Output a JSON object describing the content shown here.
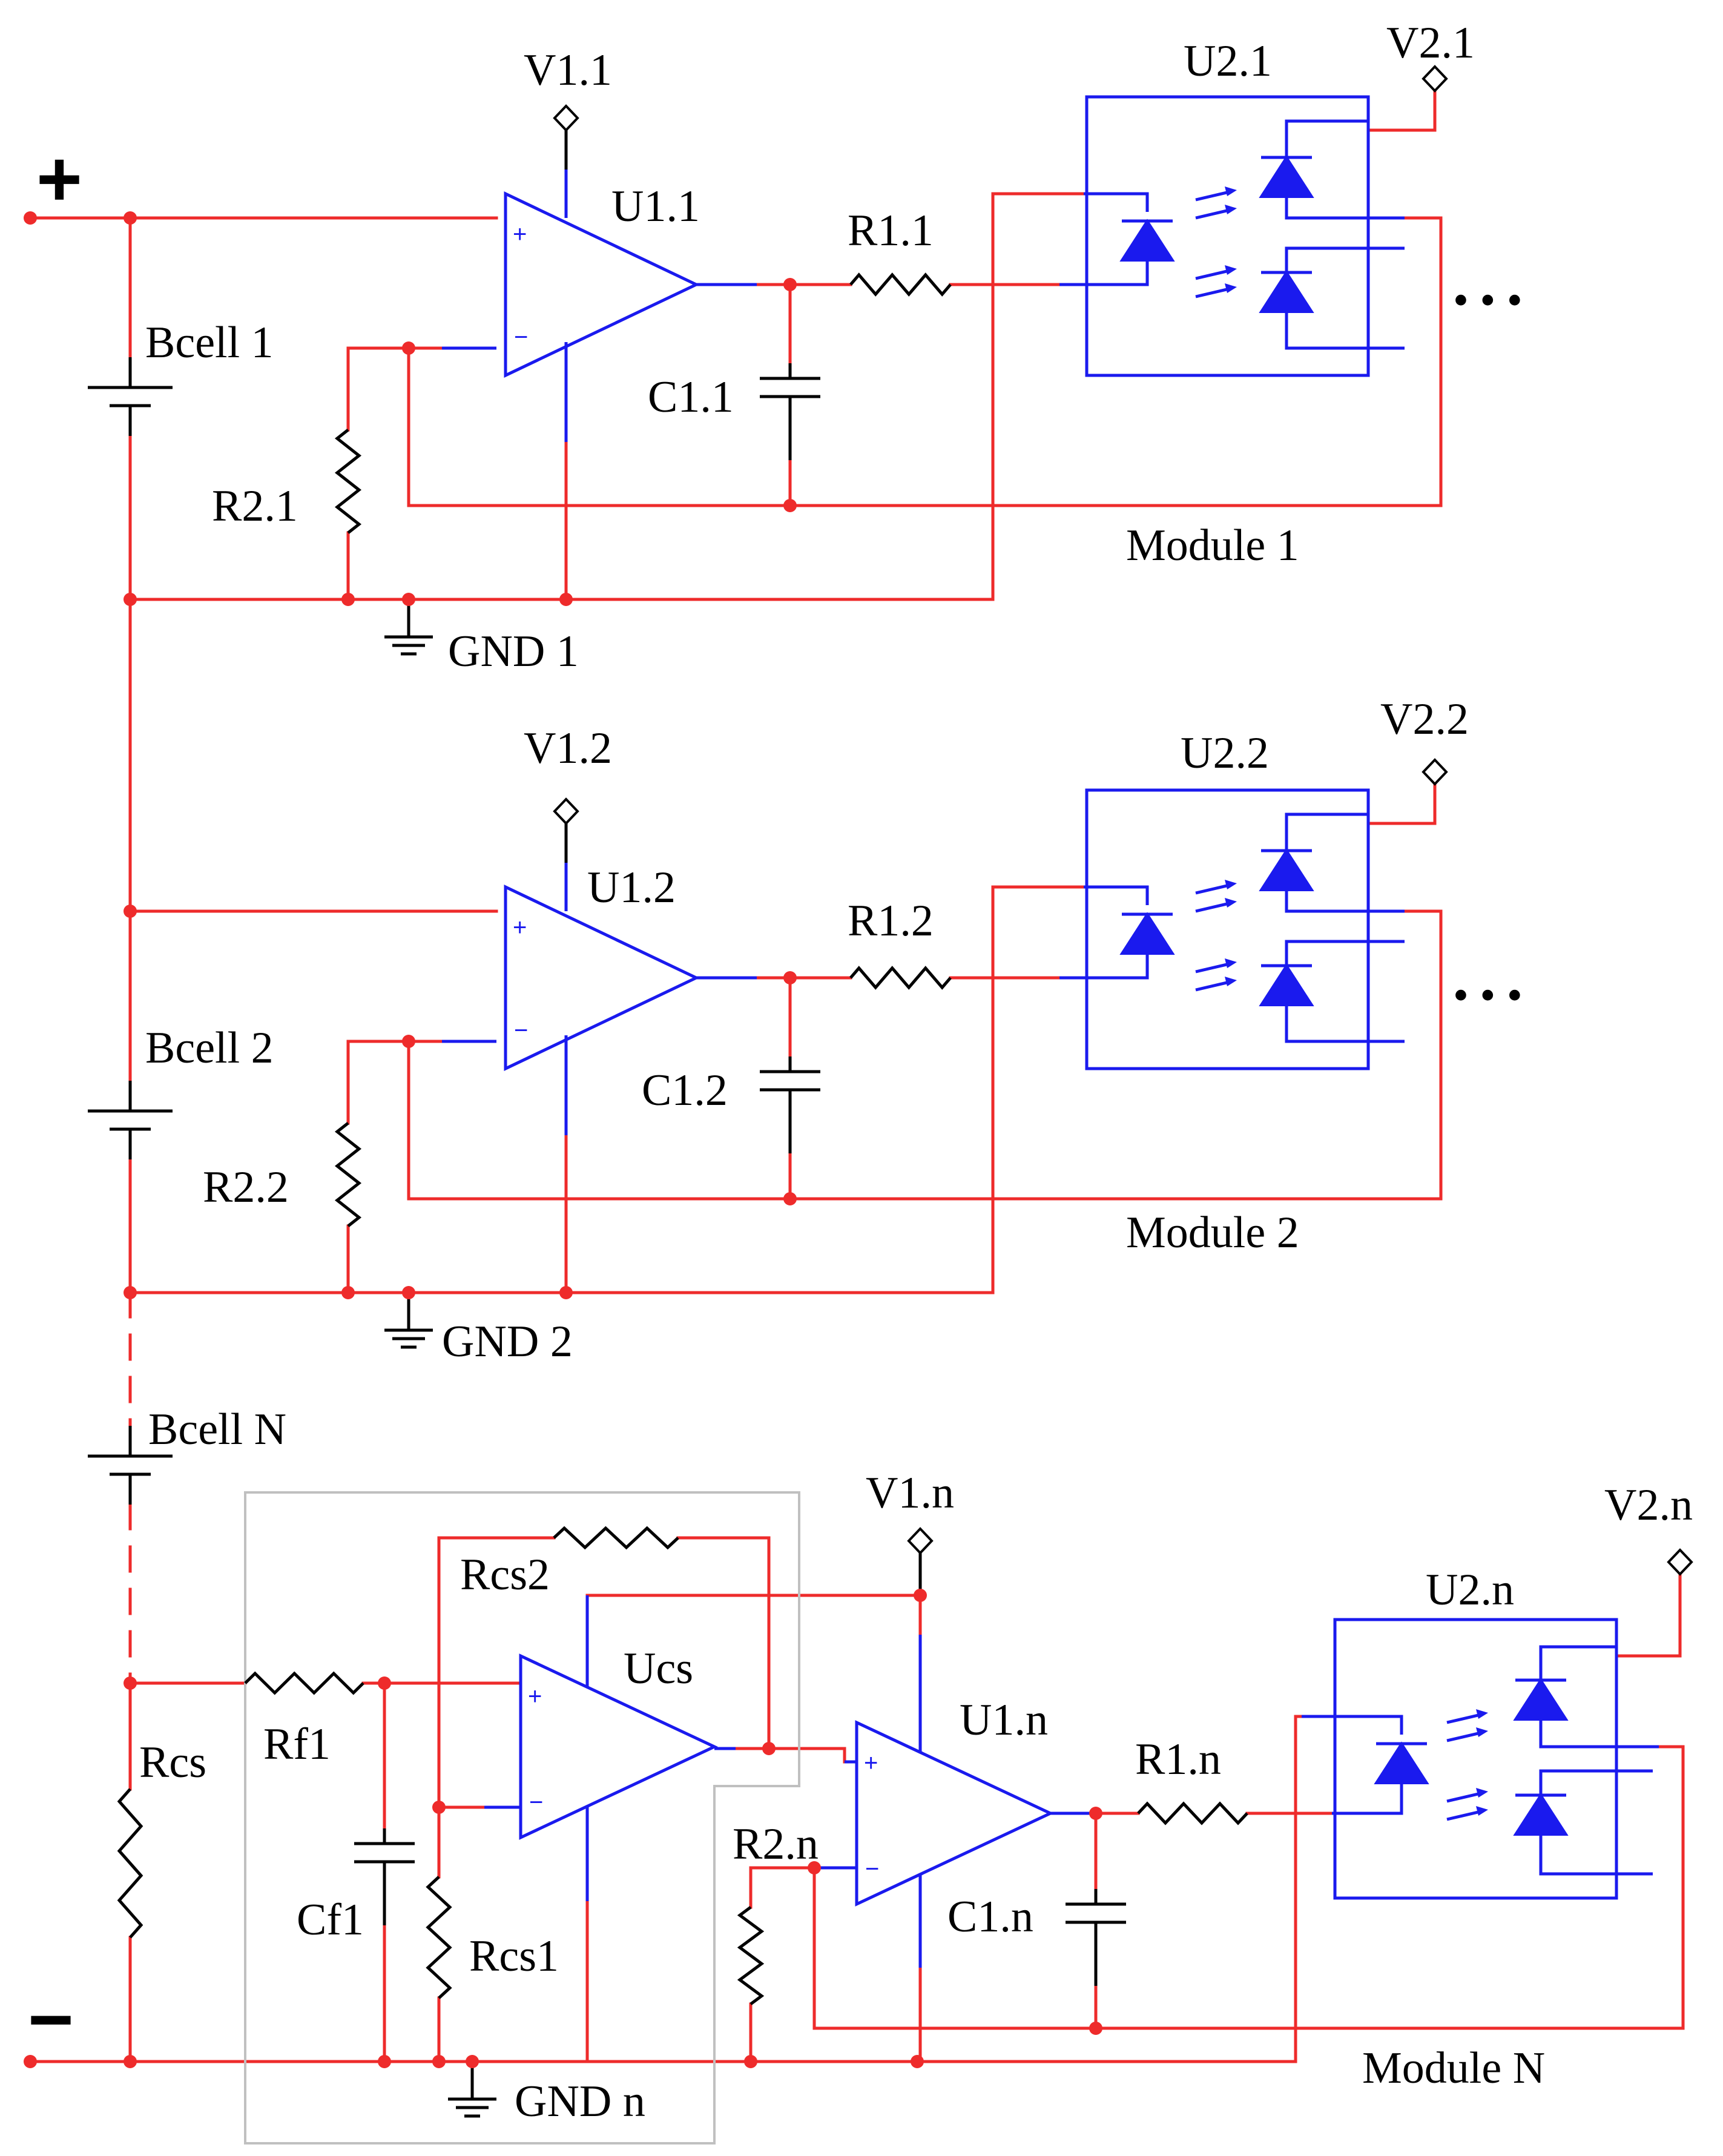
{
  "terminals": {
    "plus": "+",
    "minus": "−"
  },
  "ellipsis": "• • •",
  "modules": [
    {
      "supply1": "V1.1",
      "opamp": "U1.1",
      "r1": "R1.1",
      "c1": "C1.1",
      "r2": "R2.1",
      "opto": "U2.1",
      "supply2": "V2.1",
      "cell": "Bcell 1",
      "gnd": "GND 1",
      "module": "Module 1"
    },
    {
      "supply1": "V1.2",
      "opamp": "U1.2",
      "r1": "R1.2",
      "c1": "C1.2",
      "r2": "R2.2",
      "opto": "U2.2",
      "supply2": "V2.2",
      "cell": "Bcell 2",
      "gnd": "GND 2",
      "module": "Module 2"
    },
    {
      "supply1": "V1.n",
      "opamp": "U1.n",
      "r1": "R1.n",
      "c1": "C1.n",
      "r2": "R2.n",
      "opto": "U2.n",
      "supply2": "V2.n",
      "cell": "Bcell N",
      "gnd": "GND n",
      "module": "Module N"
    }
  ],
  "current_sense": {
    "rcs": "Rcs",
    "rf1": "Rf1",
    "cf1": "Cf1",
    "rcs1": "Rcs1",
    "rcs2": "Rcs2",
    "amp": "Ucs"
  },
  "colors": {
    "wire": "#ee2b2b",
    "component": "#1a1aee",
    "passive": "#000000",
    "box": "#c0c0c0"
  }
}
